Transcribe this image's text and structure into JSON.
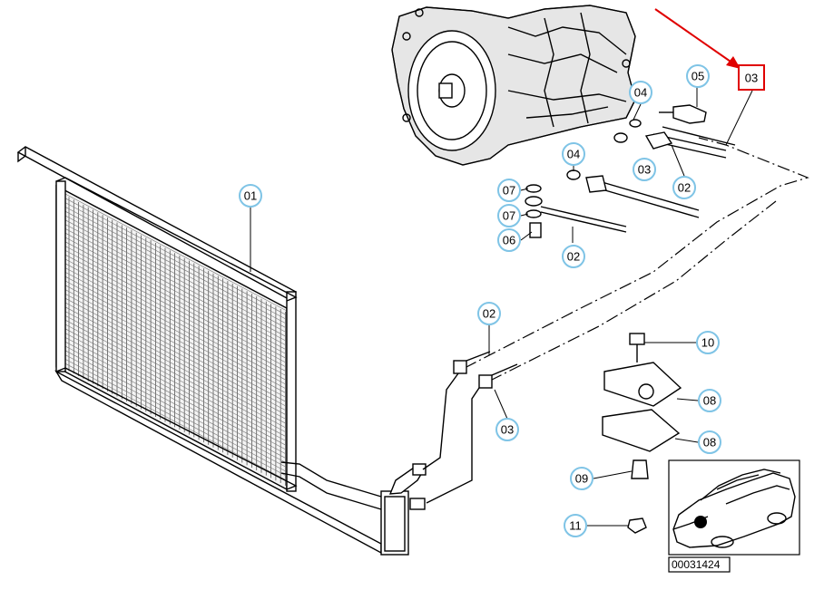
{
  "diagram": {
    "reference_number": "00031424",
    "highlight_color": "#e00000",
    "callout_ring_color": "#7fc4e6",
    "callouts": [
      {
        "id": "c01",
        "label": "01"
      },
      {
        "id": "c02a",
        "label": "02"
      },
      {
        "id": "c02b",
        "label": "02"
      },
      {
        "id": "c02c",
        "label": "02"
      },
      {
        "id": "c03a",
        "label": "03",
        "highlighted": true
      },
      {
        "id": "c03b",
        "label": "03"
      },
      {
        "id": "c03c",
        "label": "03"
      },
      {
        "id": "c04a",
        "label": "04"
      },
      {
        "id": "c04b",
        "label": "04"
      },
      {
        "id": "c05",
        "label": "05"
      },
      {
        "id": "c06",
        "label": "06"
      },
      {
        "id": "c07a",
        "label": "07"
      },
      {
        "id": "c07b",
        "label": "07"
      },
      {
        "id": "c08a",
        "label": "08"
      },
      {
        "id": "c08b",
        "label": "08"
      },
      {
        "id": "c09",
        "label": "09"
      },
      {
        "id": "c10",
        "label": "10"
      },
      {
        "id": "c11",
        "label": "11"
      }
    ]
  }
}
